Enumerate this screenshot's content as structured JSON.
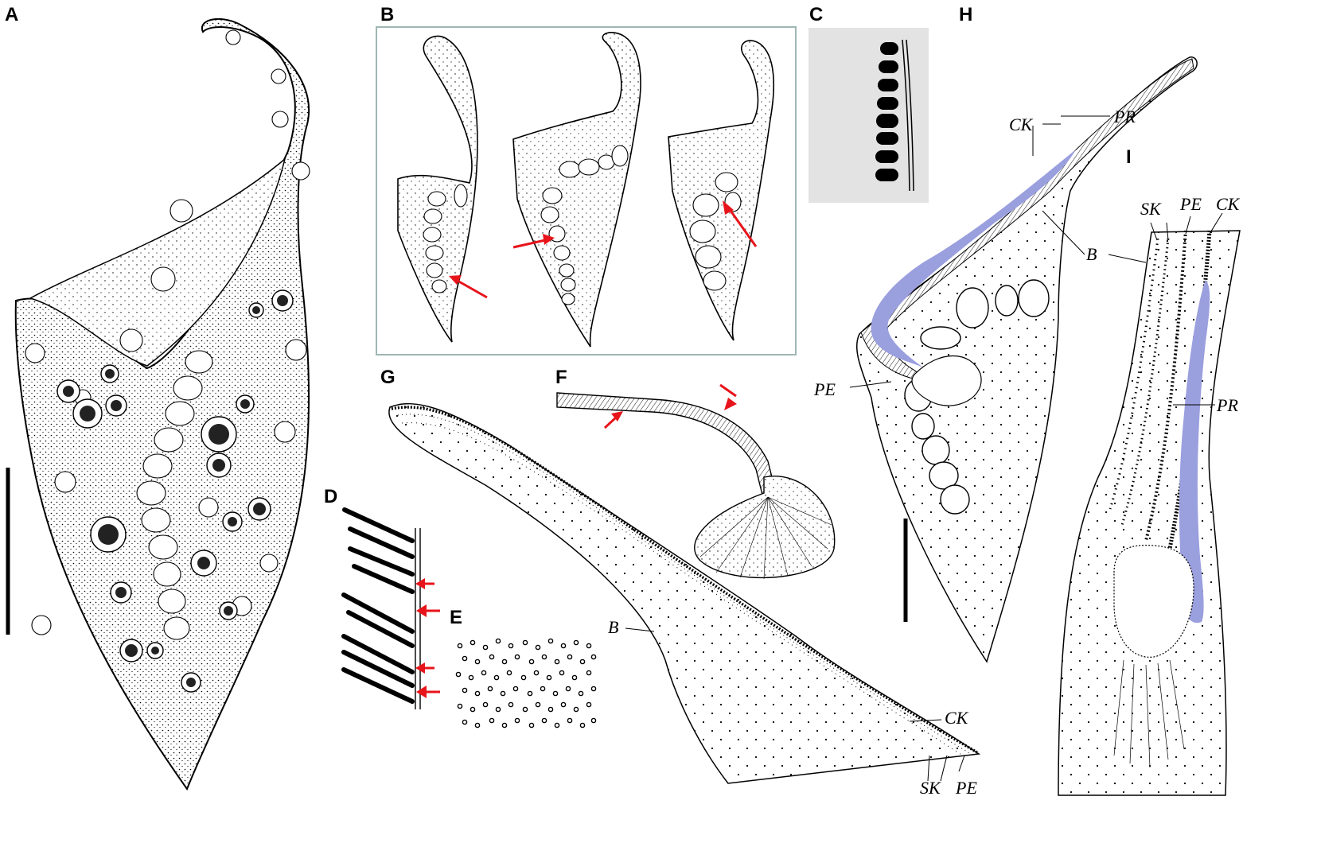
{
  "panels": {
    "A": "A",
    "B": "B",
    "C": "C",
    "D": "D",
    "E": "E",
    "F": "F",
    "G": "G",
    "H": "H",
    "I": "I"
  },
  "labels": {
    "g_B": "B",
    "g_CK": "CK",
    "g_SK": "SK",
    "g_PE": "PE",
    "h_CK": "CK",
    "h_PR": "PR",
    "h_B": "B",
    "h_PE": "PE",
    "i_SK": "SK",
    "i_PE": "PE",
    "i_CK": "CK",
    "i_PR": "PR"
  },
  "colors": {
    "arrow": "#e8141b",
    "highlight": "#9a9fde",
    "panel_c_bg": "#e3e3e3",
    "panel_b_frame": "#9fb6b4"
  }
}
